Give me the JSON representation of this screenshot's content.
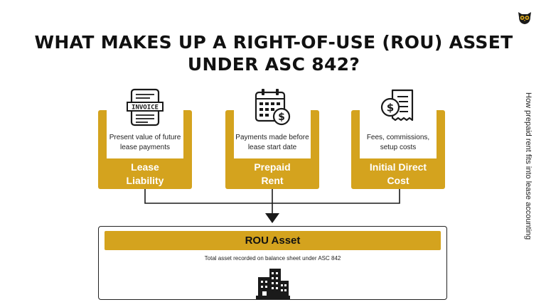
{
  "title_line1": "WHAT MAKES UP A RIGHT-OF-USE (ROU) ASSET",
  "title_line2": "UNDER ASC 842?",
  "side_caption": "How prepaid rent fits into lease accounting",
  "colors": {
    "gold": "#d4a31e",
    "dark": "#1a1a1a",
    "white": "#ffffff"
  },
  "cards": [
    {
      "icon": "invoice-icon",
      "icon_text": "INVOICE",
      "desc_line1": "Present value of future",
      "desc_line2": "lease payments",
      "label_line1": "Lease",
      "label_line2": "Liability"
    },
    {
      "icon": "calendar-dollar-icon",
      "desc_line1": "Payments made before",
      "desc_line2": "lease start date",
      "label_line1": "Prepaid",
      "label_line2": "Rent"
    },
    {
      "icon": "receipt-dollar-icon",
      "desc_line1": "Fees, commissions,",
      "desc_line2": "setup costs",
      "label_line1": "Initial Direct",
      "label_line2": "Cost"
    }
  ],
  "result": {
    "label": "ROU Asset",
    "description": "Total asset recorded on balance sheet under ASC 842",
    "icon": "building-icon"
  }
}
